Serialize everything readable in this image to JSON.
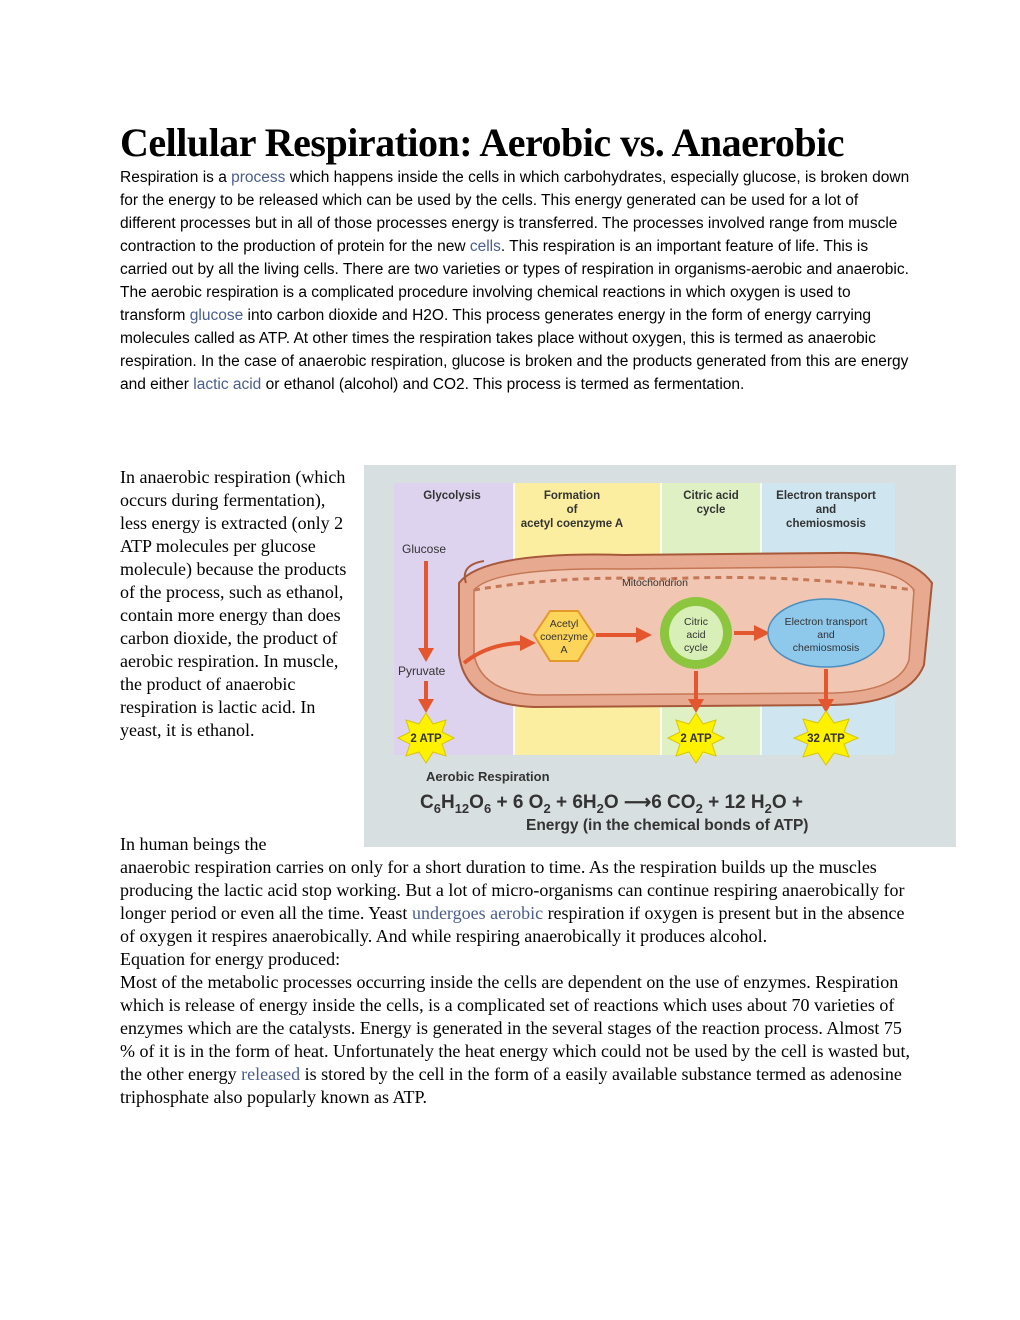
{
  "title": "Cellular Respiration: Aerobic vs. Anaerobic",
  "intro": {
    "t1": "Respiration is a ",
    "l1": "process",
    "t2": " which happens inside the cells in which carbohydrates, especially glucose, is broken down for the energy to be released which can be used by the cells. This energy generated can be used for a lot of different processes but in all of those processes energy is transferred. The processes involved range from muscle contraction to the production of protein for the new ",
    "l2": "cells",
    "t3": ". This respiration is an important feature of life. This is carried out by all the living cells. There are two varieties or types of respiration in organisms-aerobic and anaerobic. The aerobic respiration is a complicated procedure involving chemical reactions in which oxygen is used to transform ",
    "l3": "glucose",
    "t4": " into carbon dioxide and H2O. This process generates energy in the form of energy carrying molecules called as ATP. At other times the respiration takes place without oxygen, this is termed as anaerobic respiration. In the case of anaerobic respiration, glucose is broken and the products generated from this are energy and either ",
    "l4": "lactic acid",
    "t5": " or ethanol (alcohol) and CO2. This process is termed as fermentation."
  },
  "side_text": "In anaerobic respiration (which occurs during fermentation), less energy is extracted (only 2 ATP molecules per glucose molecule) because the products of the process, such as ethanol, contain more energy than does carbon dioxide, the product of aerobic respiration. In muscle, the product of anaerobic respiration is lactic acid. In yeast, it is ethanol.",
  "human": {
    "lead": "In human beings the",
    "t1": "anaerobic respiration carries on only for a short duration to time. As the respiration builds up the muscles producing the lactic acid stop working. But a lot of micro-organisms can continue respiring anaerobically for longer period or even all the time. Yeast ",
    "l1": "undergoes aerobic",
    "t2": " respiration if oxygen is present but in the absence of oxygen it respires anaerobically. And while respiring anaerobically it produces alcohol.",
    "equation_heading": "Equation for energy produced:",
    "t3": "Most of the metabolic processes occurring inside the cells are dependent on the use of enzymes. Respiration which is release of energy inside the cells, is a complicated set of reactions which uses about 70 varieties of enzymes which are the catalysts. Energy is generated in the several stages of the reaction process. Almost 75 % of it is in the form of heat. Unfortunately the heat energy which could not be used by the cell is wasted but, the other energy ",
    "l2": "released",
    "t4": " is stored by the cell in the form of a easily available substance termed as adenosine triphosphate also popularly known as ATP."
  },
  "figure": {
    "col_glycolysis": "Glycolysis",
    "col_formation_1": "Formation",
    "col_formation_2": "of",
    "col_formation_3": "acetyl coenzyme A",
    "col_citric_1": "Citric acid",
    "col_citric_2": "cycle",
    "col_electron_1": "Electron transport",
    "col_electron_2": "and",
    "col_electron_3": "chemiosmosis",
    "glucose": "Glucose",
    "pyruvate": "Pyruvate",
    "mitochondrion": "Mitochondrion",
    "acetyl_1": "Acetyl",
    "acetyl_2": "coenzyme",
    "acetyl_3": "A",
    "citric_1": "Citric",
    "citric_2": "acid",
    "citric_3": "cycle",
    "et_1": "Electron transport",
    "et_2": "and",
    "et_3": "chemiosmosis",
    "atp_1": "2 ATP",
    "atp_2": "2 ATP",
    "atp_3": "32 ATP",
    "aerobic_label": "Aerobic Respiration",
    "eq_c": "C",
    "eq_6a": "6",
    "eq_h": "H",
    "eq_12": "12",
    "eq_o": "O",
    "eq_6b": "6",
    "eq_plus1": " + 6 O",
    "eq_2a": "2",
    "eq_plus2": " + 6H",
    "eq_2b": "2",
    "eq_o2": "O ",
    "eq_arrow": "⟶",
    "eq_6co": "6 CO",
    "eq_2c": "2",
    "eq_plus3": " + 12 H",
    "eq_2d": "2",
    "eq_o3": "O +",
    "energy": "Energy (in the chemical bonds of ATP)",
    "colors": {
      "glycolysis": "#ddd3ee",
      "formation": "#fbeea0",
      "citric": "#def0c4",
      "electron": "#cfe5ef",
      "arrow": "#e4572e",
      "atp": "#fff200"
    }
  }
}
